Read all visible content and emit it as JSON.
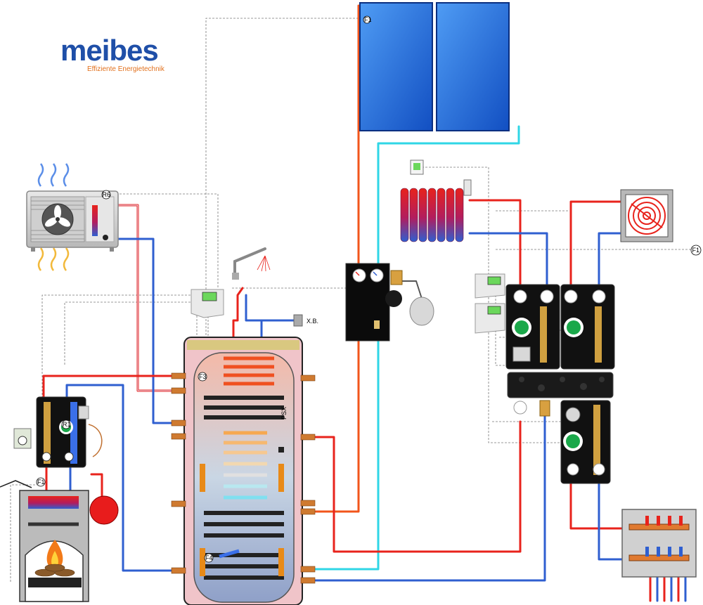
{
  "brand": {
    "name": "meibes",
    "tagline": "Effiziente Energietechnik",
    "color": "#1f4fa8",
    "tagline_color": "#e2711d"
  },
  "labels": {
    "heat_pump_sensor": "R6",
    "boiler_sensor": "R1",
    "boiler_flow_sensor": "F1",
    "collector_sensor": "F1",
    "tank_top_sensor": "F3",
    "tank_bottom_sensor": "F4",
    "tank_model": "PSX",
    "cold_water": "X.B.",
    "heating_circuit_sensor": "F1"
  },
  "colors": {
    "hot_pipe": "#e8231c",
    "cold_pipe": "#2f5fd0",
    "solar_return": "#2fd6e6",
    "solar_flow": "#f2551b",
    "collector": "#1e6fe0",
    "tank_inner": "#d9a09e"
  }
}
